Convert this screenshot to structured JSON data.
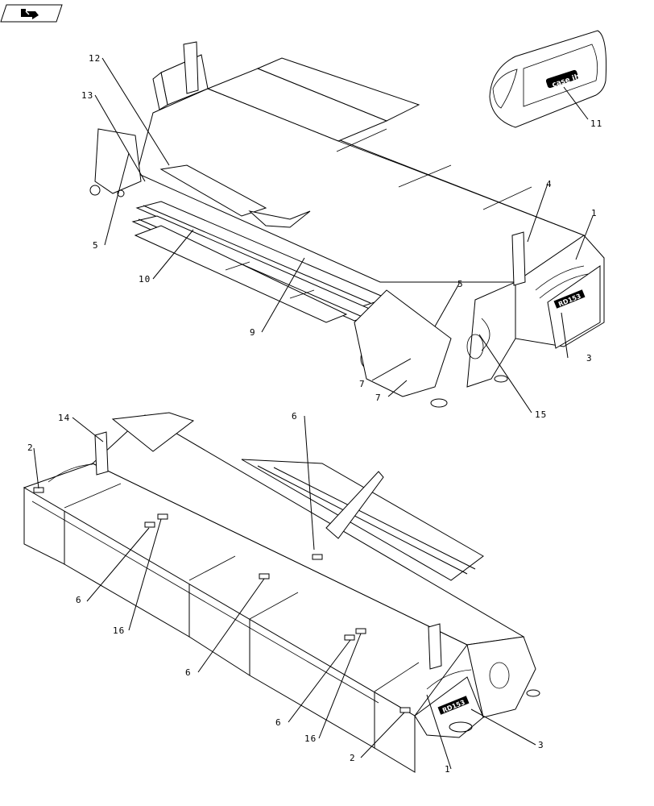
{
  "nav_icon": "return-arrow-icon",
  "logo_text": "case ih",
  "decal_text": "RD153",
  "callouts": {
    "c12": "12",
    "c13": "13",
    "c11": "11",
    "c4": "4",
    "c1a": "1",
    "c5a": "5",
    "c10": "10",
    "c9": "9",
    "c5b": "5",
    "c3a": "3",
    "c7a": "7",
    "c7b": "7",
    "c15": "15",
    "c14": "14",
    "c6a": "6",
    "c2a": "2",
    "c6b": "6",
    "c16a": "16",
    "c6c": "6",
    "c6d": "6",
    "c16b": "16",
    "c2b": "2",
    "c1b": "1",
    "c3b": "3"
  }
}
